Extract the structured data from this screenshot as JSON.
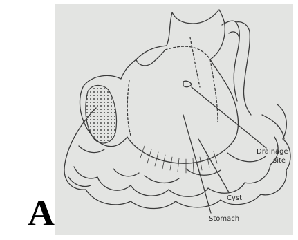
{
  "figure": {
    "panel_letter": "A",
    "labels": {
      "drainage_line1": "Drainage",
      "drainage_line2": "site",
      "cyst": "Cyst",
      "stomach": "Stomach"
    }
  },
  "colors": {
    "photo_background": "#e3e4e2",
    "ink": "#3a3a3a"
  }
}
